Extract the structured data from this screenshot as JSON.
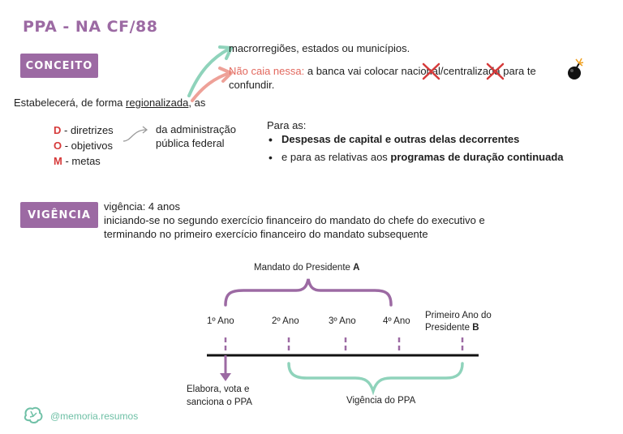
{
  "title": "PPA - NA CF/88",
  "conceito": {
    "tag": "CONCEITO",
    "line_regions": "macrorregiões, estados ou municípios.",
    "warning_label": "Não caia nessa:",
    "warning_text": "a banca vai colocar nacional/centralizada para te",
    "warning_text2": "confundir.",
    "main_prefix": "Estabelecerá, de forma ",
    "main_underlined": "regionalizada",
    "main_suffix": ", as",
    "dom": [
      {
        "letter": "D",
        "rest": " -  diretrizes"
      },
      {
        "letter": "O",
        "rest": " - objetivos"
      },
      {
        "letter": "M",
        "rest": " - metas"
      }
    ],
    "admin": [
      "da administração",
      "pública federal"
    ],
    "para_as": "Para as:",
    "bullet1": "Despesas de capital e outras delas decorrentes",
    "bullet2_prefix": "e para as relativas aos ",
    "bullet2_bold": "programas de duração continuada"
  },
  "vigencia": {
    "tag": "VIGÊNCIA",
    "lines": [
      "vigência: 4 anos",
      "iniciando-se no segundo exercício financeiro do mandato do chefe do executivo e",
      "terminando no primeiro exercício financeiro do mandato subsequente"
    ]
  },
  "timeline": {
    "mandato_prefix": "Mandato do Presidente ",
    "mandato_letter": "A",
    "years": [
      "1º Ano",
      "2º Ano",
      "3º Ano",
      "4º Ano"
    ],
    "primeiro_line1": "Primeiro Ano  do",
    "primeiro_line2_prefix": "Presidente ",
    "primeiro_line2_letter": "B",
    "elabora": [
      "Elabora, vota e",
      "sanciona o PPA"
    ],
    "vigencia_ppa": "Vigência do PPA"
  },
  "brand": "@memoria.resumos",
  "colors": {
    "purple": "#9c6aa3",
    "green": "#8fd3bb",
    "salmon": "#eea198",
    "red": "#d63a3a"
  }
}
